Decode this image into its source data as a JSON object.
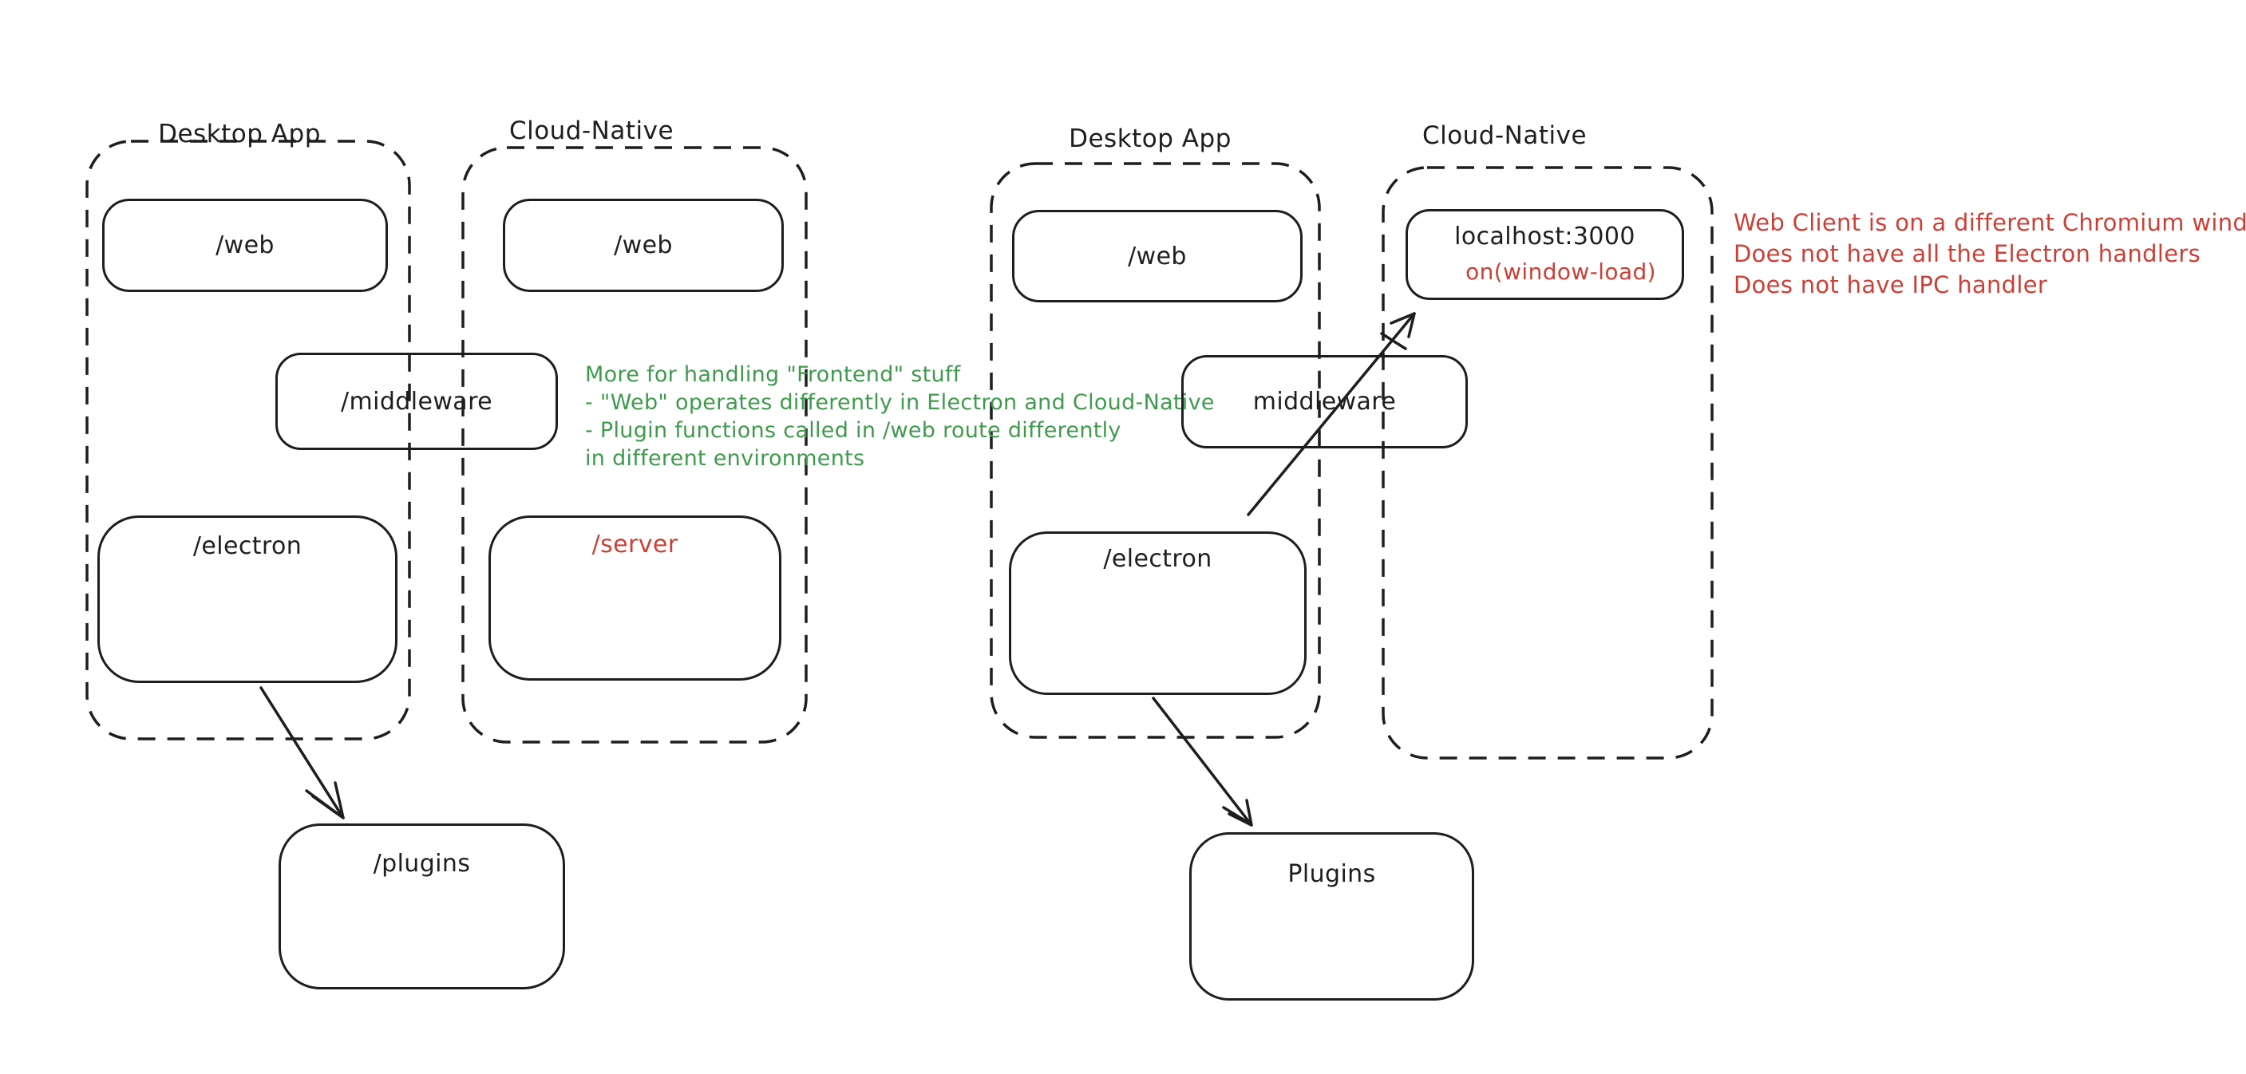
{
  "colors": {
    "ink": "#1e1e1e",
    "red": "#cb4036",
    "green": "#3f9a4d",
    "background": "#ffffff"
  },
  "left_diagram": {
    "desktop_app_title": "Desktop App",
    "cloud_native_title": "Cloud-Native",
    "web_desktop": "/web",
    "web_cloud": "/web",
    "middleware": "/middleware",
    "electron": "/electron",
    "server": "/server",
    "plugins": "/plugins"
  },
  "right_diagram": {
    "desktop_app_title": "Desktop App",
    "cloud_native_title": "Cloud-Native",
    "web_desktop": "/web",
    "localhost": "localhost:3000",
    "window_load": "on(window-load)",
    "middleware": "middleware",
    "electron": "/electron",
    "plugins": "Plugins"
  },
  "green_note": {
    "line1": "More for handling \"Frontend\" stuff",
    "line2": "- \"Web\" operates differently in Electron and Cloud-Native",
    "line3": "- Plugin functions called in /web route differently",
    "line4": "in different environments"
  },
  "red_note": {
    "line1": "Web Client is on a different Chromium window",
    "line2": "Does not have all the Electron handlers",
    "line3": "Does not have IPC handler"
  }
}
